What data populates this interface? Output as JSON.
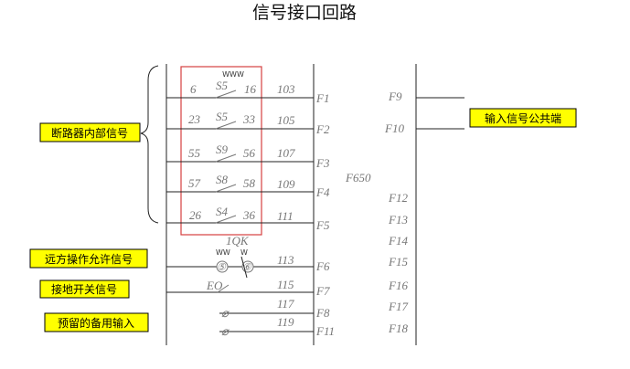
{
  "title": "信号接口回路",
  "device_label": "F650",
  "labels": {
    "breaker_internal": "断路器内部信号",
    "input_common": "输入信号公共端",
    "remote_permit": "远方操作允许信号",
    "grounding_switch": "接地开关信号",
    "reserved_input": "预留的备用输入"
  },
  "breaker_box_header": "WWW",
  "rows": [
    {
      "left_term": "6",
      "switch": "S5",
      "right_term": "16",
      "wire": "103",
      "input": "F1"
    },
    {
      "left_term": "23",
      "switch": "S5",
      "right_term": "33",
      "wire": "105",
      "input": "F2"
    },
    {
      "left_term": "55",
      "switch": "S9",
      "right_term": "56",
      "wire": "107",
      "input": "F3"
    },
    {
      "left_term": "57",
      "switch": "S8",
      "right_term": "58",
      "wire": "109",
      "input": "F4"
    },
    {
      "left_term": "26",
      "switch": "S4",
      "right_term": "36",
      "wire": "111",
      "input": "F5"
    }
  ],
  "remote_switch_label": "1QK",
  "remote_contacts": [
    "⑤",
    "⑥"
  ],
  "ground_switch_label": "EO",
  "lower_rows": [
    {
      "wire": "113",
      "input": "F6"
    },
    {
      "wire": "115",
      "input": "F7"
    },
    {
      "wire": "117",
      "input": "F8"
    },
    {
      "wire": "119",
      "input": "F11"
    }
  ],
  "right_inputs": [
    "F9",
    "F10",
    "F12",
    "F13",
    "F14",
    "F15",
    "F16",
    "F17",
    "F18"
  ],
  "open_contact_glyph": "⌀"
}
